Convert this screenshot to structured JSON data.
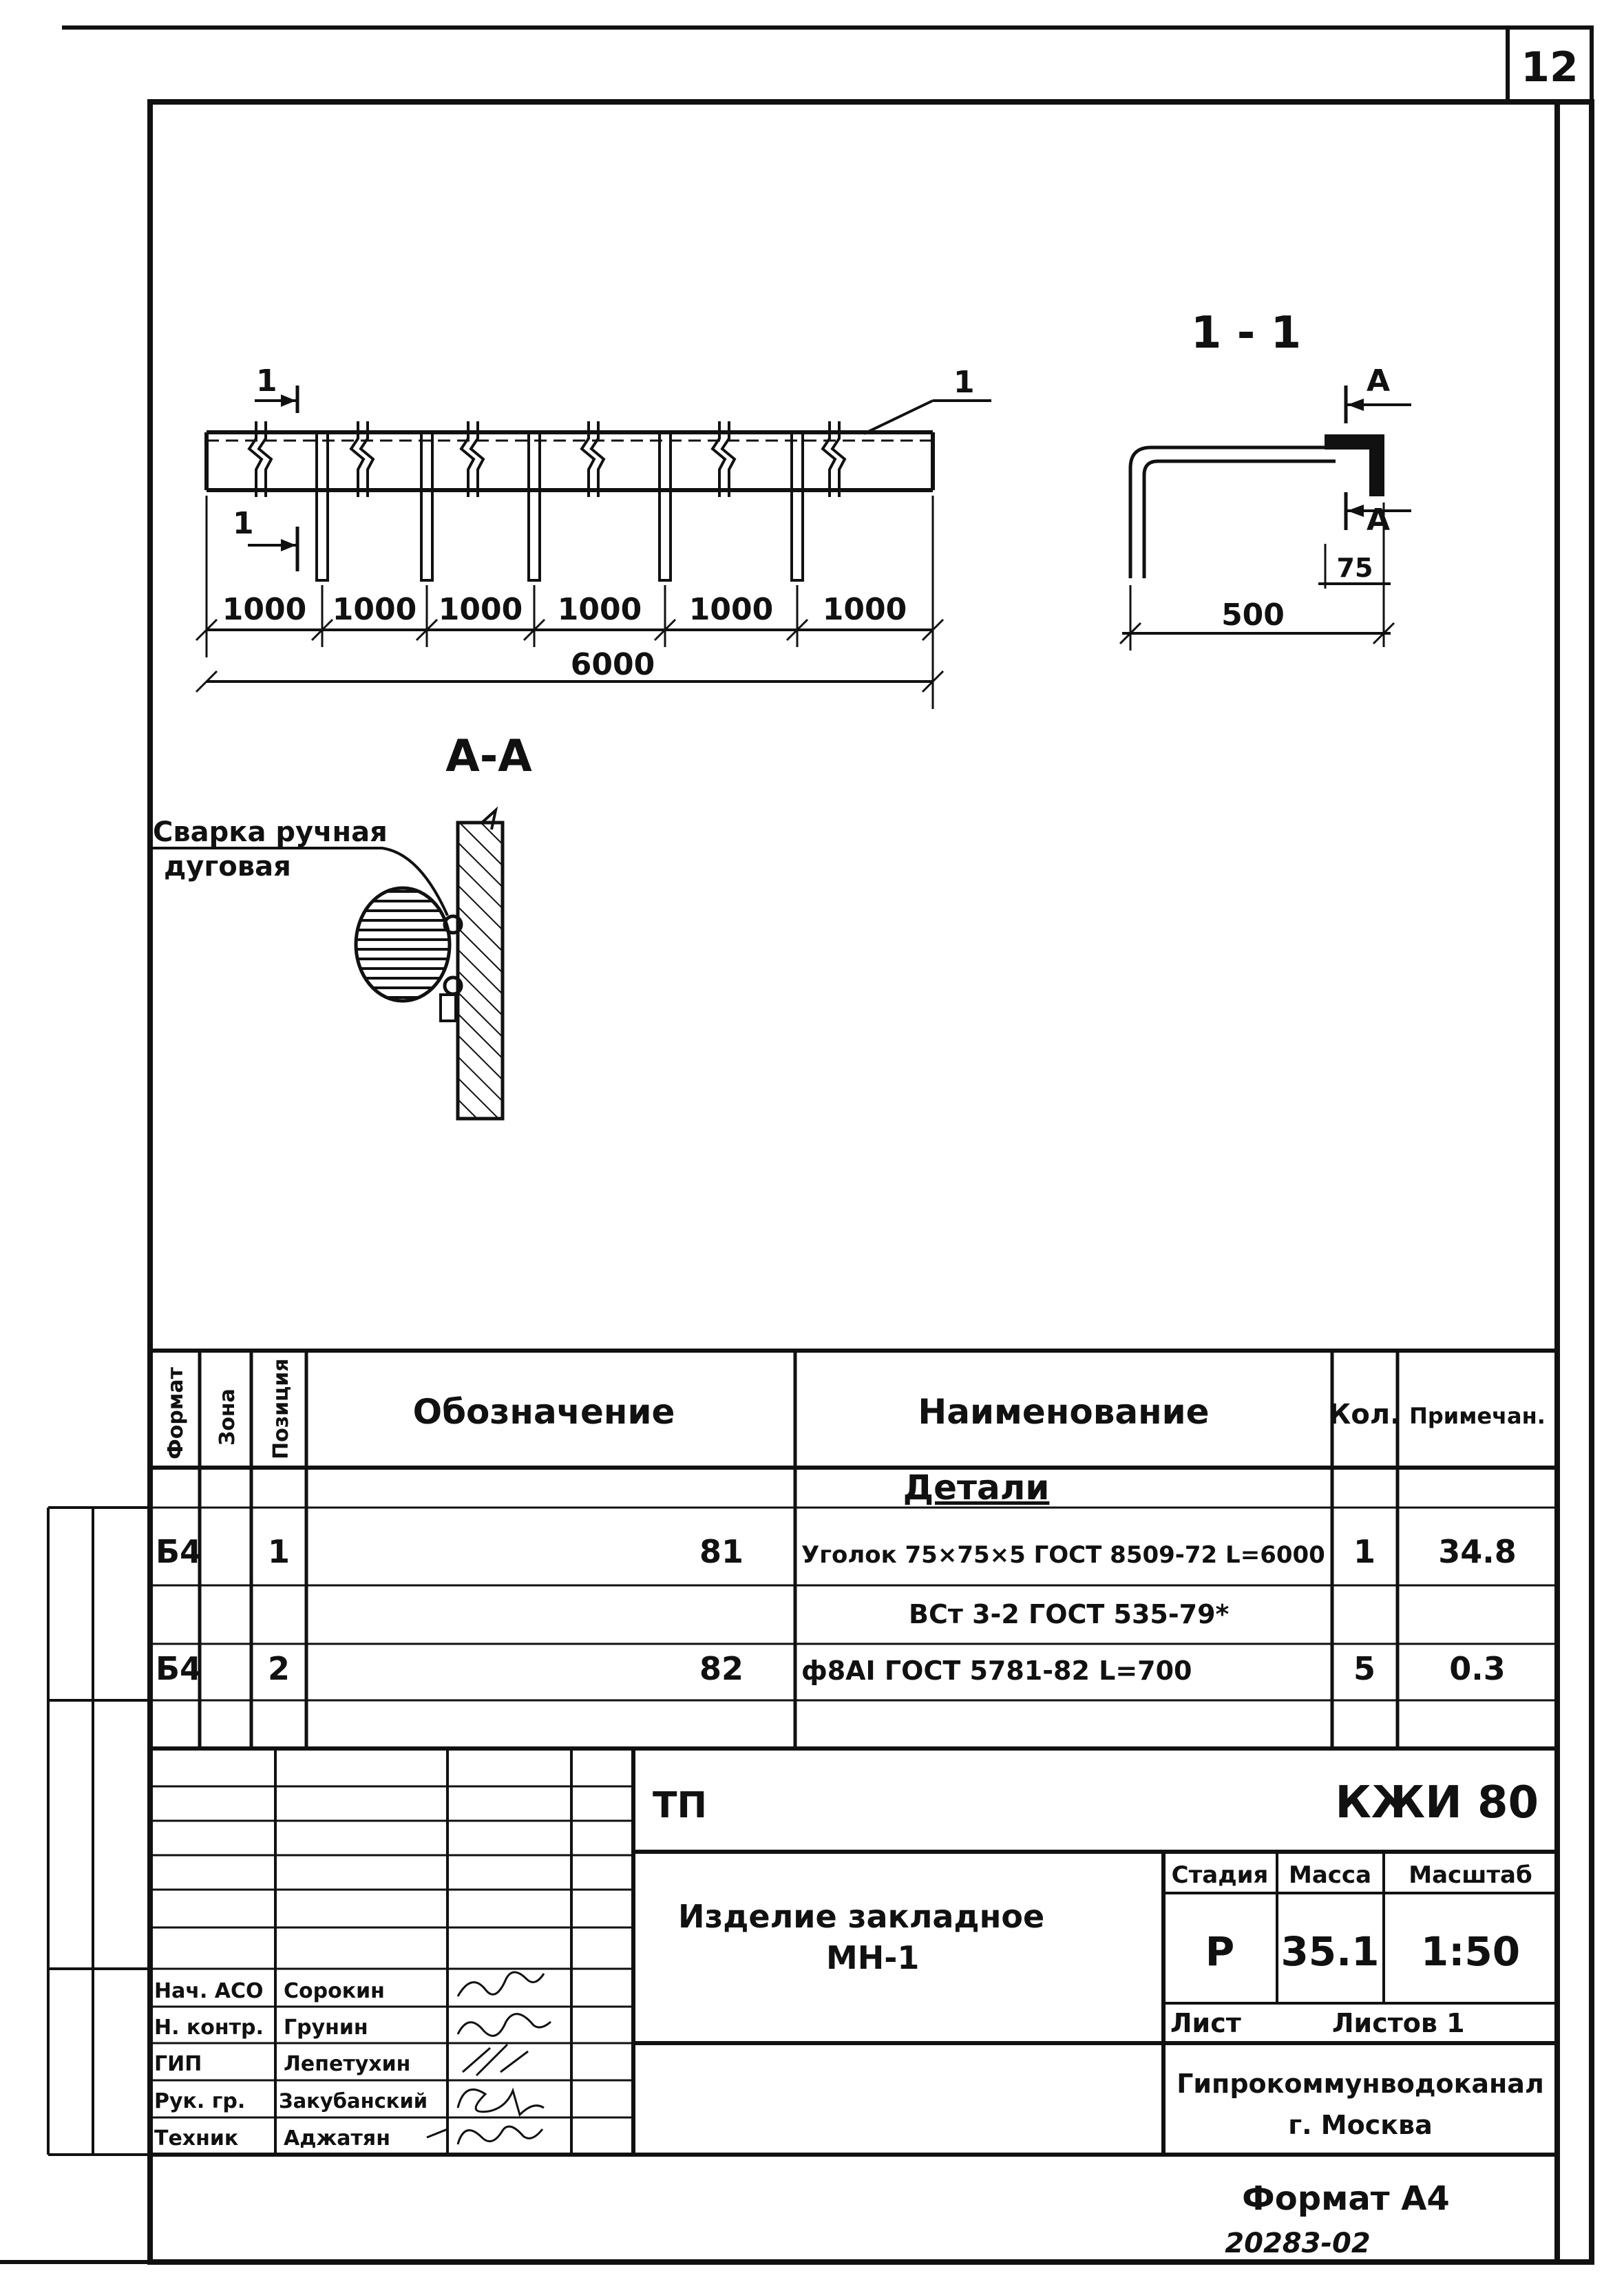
{
  "sheet_number": "12",
  "drawing": {
    "plan": {
      "section_marker": "1",
      "callout": "1",
      "spans": [
        "1000",
        "1000",
        "1000",
        "1000",
        "1000",
        "1000"
      ],
      "total": "6000"
    },
    "section_1_1": {
      "title": "1 - 1",
      "marker": "A",
      "dim_small": "75",
      "dim_length": "500"
    },
    "section_a_a": {
      "title": "A-A",
      "weld_note_line1": "Сварка ручная",
      "weld_note_line2": "дуговая"
    }
  },
  "spec_table": {
    "headers": {
      "format": "Формат",
      "zone": "Зона",
      "position": "Позиция",
      "designation": "Обозначение",
      "name": "Наименование",
      "qty": "Кол.",
      "note": "Примечан."
    },
    "section_title": "Детали",
    "rows": [
      {
        "format": "Б4",
        "position": "1",
        "designation": "81",
        "name": "Уголок 75×75×5 ГОСТ 8509-72 L=6000",
        "qty": "1",
        "note": "34.8"
      },
      {
        "format": "",
        "position": "",
        "designation": "",
        "name": "ВСт 3-2 ГОСТ 535-79*",
        "qty": "",
        "note": ""
      },
      {
        "format": "Б4",
        "position": "2",
        "designation": "82",
        "name": "ф8АI ГОСТ 5781-82 L=700",
        "qty": "5",
        "note": "0.3"
      }
    ]
  },
  "title_block": {
    "prefix": "ТП",
    "code": "КЖИ 80",
    "item_line1": "Изделие закладное",
    "item_line2": "МН-1",
    "stage_label": "Стадия",
    "mass_label": "Масса",
    "scale_label": "Масштаб",
    "stage": "Р",
    "mass": "35.1",
    "scale": "1:50",
    "sheet_label": "Лист",
    "sheets_label": "Листов 1",
    "org_line1": "Гипрокоммунводоканал",
    "org_line2": "г. Москва",
    "signatures": [
      {
        "role": "Нач. АСО",
        "name": "Сорокин"
      },
      {
        "role": "Н. контр.",
        "name": "Грунин"
      },
      {
        "role": "ГИП",
        "name": "Лепетухин"
      },
      {
        "role": "Рук. гр.",
        "name": "Закубанский"
      },
      {
        "role": "Техник",
        "name": "Аджатян"
      }
    ]
  },
  "format_label": "Формат А4",
  "doc_number": "20283-02"
}
